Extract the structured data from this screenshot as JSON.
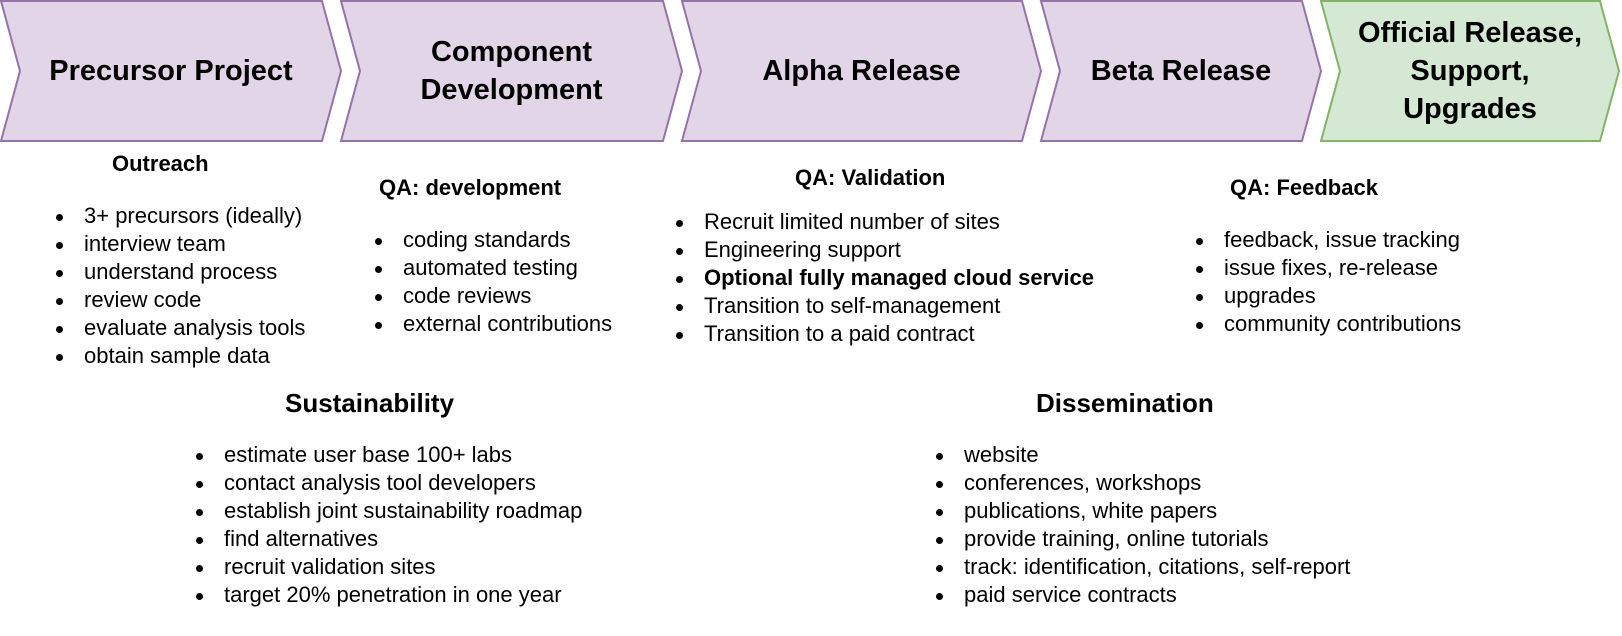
{
  "stages": [
    {
      "id": "precursor",
      "label": "Precursor Project",
      "fill": "#e1d5e7",
      "stroke": "#9673a6"
    },
    {
      "id": "component",
      "label": "Component\nDevelopment",
      "fill": "#e1d5e7",
      "stroke": "#9673a6"
    },
    {
      "id": "alpha",
      "label": "Alpha Release",
      "fill": "#e1d5e7",
      "stroke": "#9673a6"
    },
    {
      "id": "beta",
      "label": "Beta Release",
      "fill": "#e1d5e7",
      "stroke": "#9673a6"
    },
    {
      "id": "official",
      "label": "Official Release,\nSupport,\nUpgrades",
      "fill": "#d5e8d4",
      "stroke": "#82b366"
    }
  ],
  "outreach": {
    "heading": "Outreach",
    "items": [
      "3+ precursors (ideally)",
      "interview team",
      "understand process",
      "review code",
      "evaluate analysis tools",
      "obtain sample data"
    ]
  },
  "qa_development": {
    "heading": "QA: development",
    "items": [
      "coding standards",
      "automated testing",
      "code reviews",
      "external contributions"
    ]
  },
  "qa_validation": {
    "heading": "QA: Validation",
    "items": [
      {
        "text": "Recruit limited number of sites",
        "bold": false
      },
      {
        "text": "Engineering support",
        "bold": false
      },
      {
        "text": "Optional fully managed cloud service",
        "bold": true
      },
      {
        "text": "Transition to self-management",
        "bold": false
      },
      {
        "text": "Transition to a paid contract",
        "bold": false
      }
    ]
  },
  "qa_feedback": {
    "heading": "QA: Feedback",
    "items": [
      "feedback, issue tracking",
      "issue fixes, re-release",
      "upgrades",
      "community contributions"
    ]
  },
  "sustainability": {
    "heading": "Sustainability",
    "items": [
      "estimate user base 100+ labs",
      "contact analysis tool developers",
      "establish joint sustainability roadmap",
      "find alternatives",
      "recruit validation sites",
      "target 20% penetration in one year"
    ]
  },
  "dissemination": {
    "heading": "Dissemination",
    "items": [
      "website",
      "conferences, workshops",
      "publications, white papers",
      "provide training, online tutorials",
      "track: identification, citations, self-report",
      "paid service contracts"
    ]
  }
}
